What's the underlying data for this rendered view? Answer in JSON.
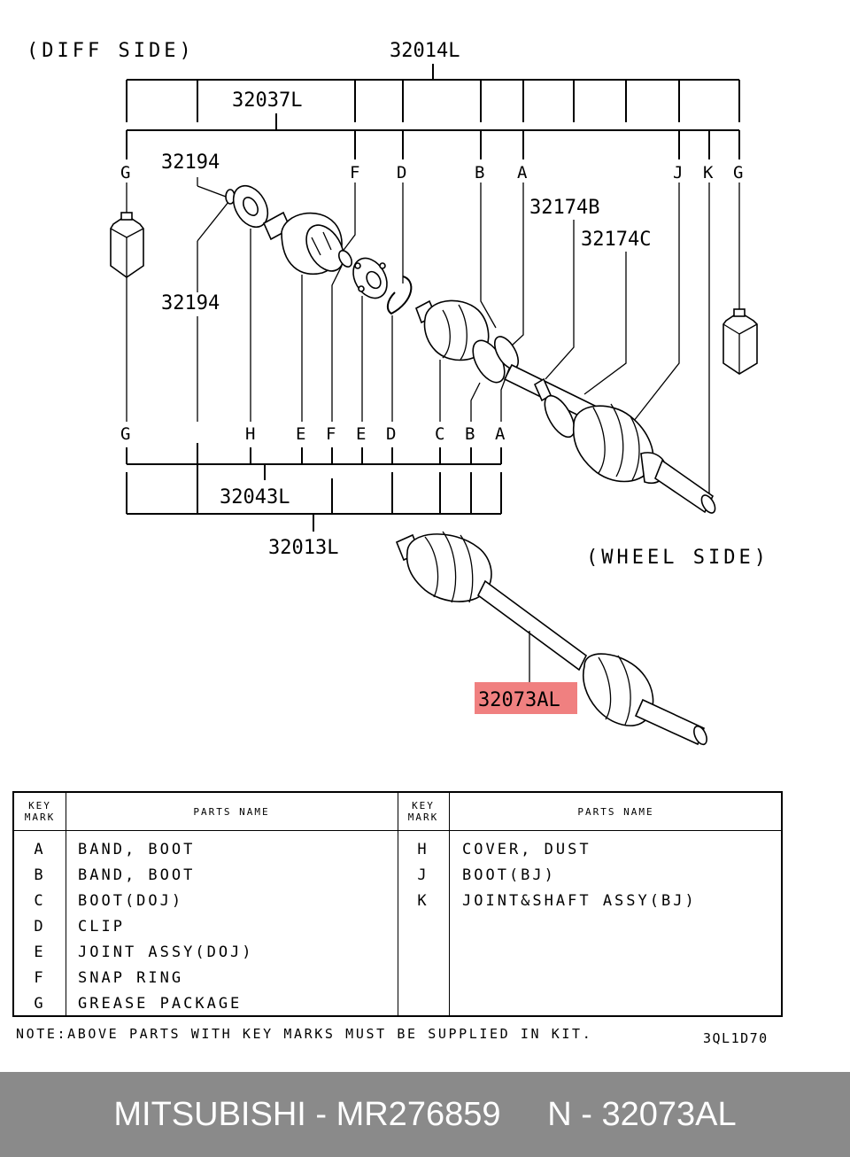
{
  "diagram": {
    "diff_side": "(DIFF SIDE)",
    "wheel_side": "(WHEEL SIDE)",
    "labels": {
      "l32014": "32014L",
      "l32037": "32037L",
      "l32194a": "32194",
      "l32194b": "32194",
      "l32174b": "32174B",
      "l32174c": "32174C",
      "l32043": "32043L",
      "l32013": "32013L",
      "l32073": "32073AL"
    },
    "top_marks": [
      "G",
      "F",
      "D",
      "B",
      "A",
      "J",
      "K",
      "G"
    ],
    "bottom_marks": [
      "G",
      "H",
      "E",
      "F",
      "E",
      "D",
      "C",
      "B",
      "A"
    ],
    "highlight_color": "#f08080"
  },
  "legend": {
    "key_mark_header": [
      "KEY",
      "MARK"
    ],
    "parts_name_header": "PARTS NAME",
    "left_rows": [
      {
        "mark": "A",
        "name": "BAND, BOOT"
      },
      {
        "mark": "B",
        "name": "BAND, BOOT"
      },
      {
        "mark": "C",
        "name": "BOOT(DOJ)"
      },
      {
        "mark": "D",
        "name": "CLIP"
      },
      {
        "mark": "E",
        "name": "JOINT ASSY(DOJ)"
      },
      {
        "mark": "F",
        "name": "SNAP RING"
      },
      {
        "mark": "G",
        "name": "GREASE PACKAGE"
      }
    ],
    "right_rows": [
      {
        "mark": "H",
        "name": "COVER, DUST"
      },
      {
        "mark": "J",
        "name": "BOOT(BJ)"
      },
      {
        "mark": "K",
        "name": "JOINT&SHAFT ASSY(BJ)"
      }
    ]
  },
  "note": "NOTE:ABOVE PARTS WITH KEY MARKS MUST BE SUPPLIED IN KIT.",
  "drawing_code": "3QL1D70",
  "footer": "MITSUBISHI - MR276859     N - 32073AL"
}
